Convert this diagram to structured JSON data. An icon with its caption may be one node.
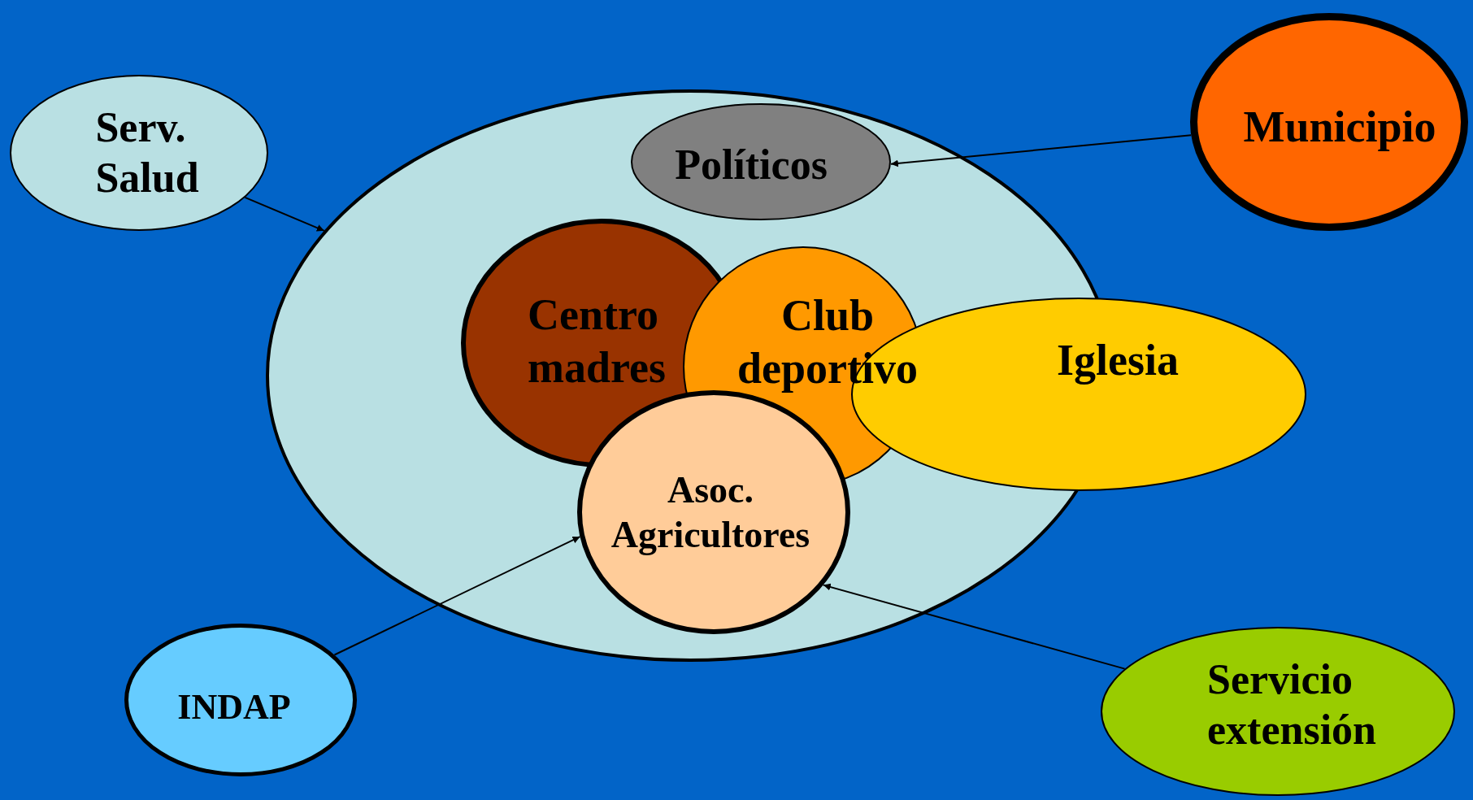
{
  "diagram": {
    "nodes": [
      {
        "text": [
          "Serv. Salud"
        ]
      },
      {
        "text": [],
        "shape": "ellipse"
      },
      {
        "text": [
          "Políticos"
        ],
        "in": 1
      },
      {
        "text": [
          "Municipio"
        ]
      },
      {
        "text": [
          "Centro madres"
        ],
        "in": 1
      },
      {
        "text": [
          "Club deportivo"
        ],
        "in": 1
      },
      {
        "text": [
          "Iglesia"
        ]
      },
      {
        "text": [
          "Asoc. Agricultores"
        ],
        "in": 1
      },
      {
        "text": [
          "INDAP"
        ]
      },
      {
        "text": [
          "Servicio extensión"
        ]
      }
    ],
    "edges": [
      {
        "from": 0,
        "to": 1,
        "arrow": "to"
      },
      {
        "from": 3,
        "to": 2,
        "arrow": "to"
      },
      {
        "from": 8,
        "to": 7,
        "arrow": "to"
      },
      {
        "from": 9,
        "to": 7,
        "arrow": "to"
      }
    ]
  }
}
